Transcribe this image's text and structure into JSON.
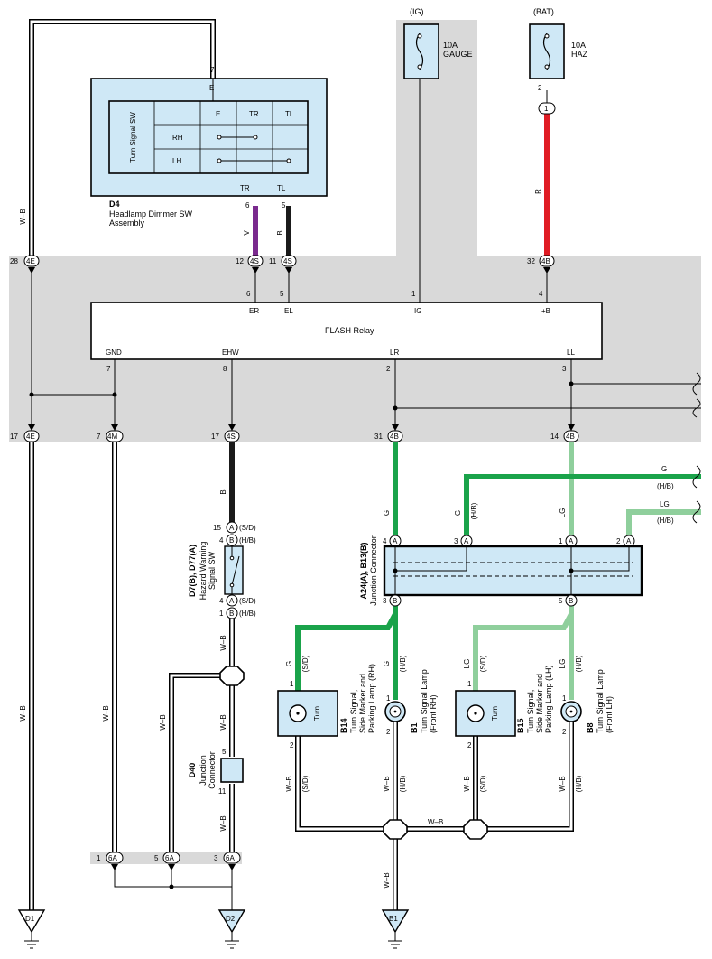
{
  "power": {
    "ig": "(IG)",
    "bat": "(BAT)",
    "fuse_ig_amp": "10A",
    "fuse_ig_name": "GAUGE",
    "fuse_bat_amp": "10A",
    "fuse_bat_name": "HAZ"
  },
  "switch_d4": {
    "pin_e_num": "7",
    "pin_e": "E",
    "pin_tr_num": "6",
    "pin_tl_num": "5",
    "pin_tr": "TR",
    "pin_tl": "TL",
    "table_title": "Turn Signal SW",
    "col_e": "E",
    "col_tr": "TR",
    "col_tl": "TL",
    "row_rh": "RH",
    "row_lh": "LH",
    "code": "D4",
    "name1": "Headlamp Dimmer SW",
    "name2": "Assembly"
  },
  "relay": {
    "title": "FLASH Relay",
    "p_er": "ER",
    "p_el": "EL",
    "p_ig": "IG",
    "p_b": "+B",
    "p_gnd": "GND",
    "p_ehw": "EHW",
    "p_lr": "LR",
    "p_ll": "LL",
    "n6": "6",
    "n5": "5",
    "n1": "1",
    "n4": "4",
    "n7": "7",
    "n8": "8",
    "n2": "2",
    "n3": "3"
  },
  "connectors": {
    "c28": "28",
    "c12": "12",
    "c11": "11",
    "c32": "32",
    "c17a": "17",
    "c7": "7",
    "c17b": "17",
    "c31": "31",
    "c14": "14",
    "c4e": "4E",
    "c4s": "4S",
    "c4b": "4B",
    "c4m": "4M",
    "c1": "1",
    "c2": "2",
    "c6a": "6A",
    "n1": "1",
    "n5": "5",
    "n3": "3"
  },
  "wires": {
    "wb": "W–B",
    "v": "V",
    "b": "B",
    "r": "R",
    "g": "G",
    "lg": "LG",
    "hb": "(H/B)",
    "sd": "(S/D)"
  },
  "hazard": {
    "code": "D7(B), D77(A)",
    "name1": "Hazard Warning",
    "name2": "Signal SW",
    "p15": "15",
    "p4a": "4",
    "p4b": "4",
    "p1": "1",
    "a": "A",
    "b": "B"
  },
  "junction": {
    "code": "A24(A), B13(B)",
    "name": "Junction Connector",
    "p4": "4",
    "p3": "3",
    "p1": "1",
    "p2": "2",
    "p3b": "3",
    "p5b": "5"
  },
  "d40": {
    "code": "D40",
    "name1": "Junction",
    "name2": "Connector",
    "p5": "5",
    "p11": "11"
  },
  "lamps": {
    "b14_code": "B14",
    "b14_l1": "Turn Signal,",
    "b14_l2": "Side Marker and",
    "b14_l3": "Parking Lamp (RH)",
    "b1_code": "B1",
    "b1_l1": "Turn Signal Lamp",
    "b1_l2": "(Front RH)",
    "b15_code": "B15",
    "b15_l1": "Turn Signal,",
    "b15_l2": "Side Marker and",
    "b15_l3": "Parking Lamp (LH)",
    "b8_code": "B8",
    "b8_l1": "Turn Signal Lamp",
    "b8_l2": "(Front LH)",
    "turn": "Turn",
    "p1": "1",
    "p2": "2"
  },
  "grounds": {
    "d1": "D1",
    "d2": "D2",
    "b1": "B1"
  },
  "colors": {
    "gray_band": "#d9d9d9",
    "component_fill": "#cfe8f6",
    "violet": "#7a2a8e",
    "black": "#1a1a1a",
    "red": "#e01c24",
    "green": "#1aa34a",
    "light_green": "#8fcf9c"
  }
}
